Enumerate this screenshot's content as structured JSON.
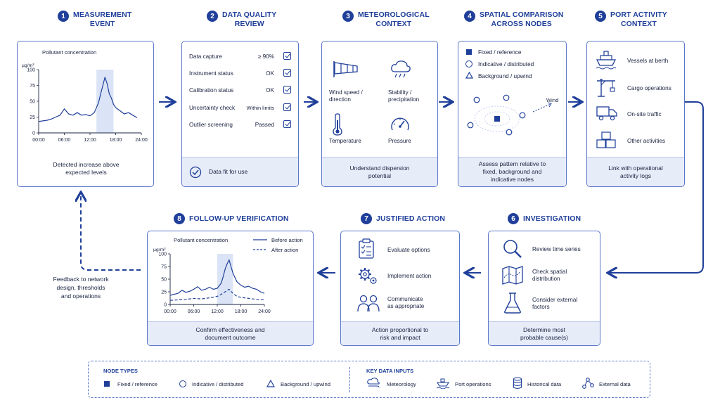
{
  "steps": {
    "s1": {
      "num": "1",
      "title_l1": "MEASUREMENT",
      "title_l2": "EVENT",
      "chart_title": "Pollutant concentration",
      "unit": "µg/m³",
      "footer_l1": "Detected increase above",
      "footer_l2": "expected levels"
    },
    "s2": {
      "num": "2",
      "title_l1": "DATA QUALITY",
      "title_l2": "REVIEW",
      "rows": [
        {
          "label": "Data capture",
          "value": "≥ 90%"
        },
        {
          "label": "Instrument status",
          "value": "OK"
        },
        {
          "label": "Calibration status",
          "value": "OK"
        },
        {
          "label": "Uncertainty check",
          "value": "Within limits"
        },
        {
          "label": "Outlier screening",
          "value": "Passed"
        }
      ],
      "footer": "Data fit for use"
    },
    "s3": {
      "num": "3",
      "title_l1": "METEOROLOGICAL",
      "title_l2": "CONTEXT",
      "items": [
        {
          "l1": "Wind speed /",
          "l2": "direction",
          "icon": "windsock-icon"
        },
        {
          "l1": "Stability /",
          "l2": "precipitation",
          "icon": "cloud-rain-icon"
        },
        {
          "l1": "Temperature",
          "l2": "",
          "icon": "thermometer-icon"
        },
        {
          "l1": "Pressure",
          "l2": "",
          "icon": "gauge-icon"
        }
      ],
      "footer_l1": "Understand dispersion",
      "footer_l2": "potential"
    },
    "s4": {
      "num": "4",
      "title_l1": "SPATIAL COMPARISON",
      "title_l2": "ACROSS NODES",
      "legend": [
        "Fixed / reference",
        "Indicative / distributed",
        "Background / upwind"
      ],
      "wind": "Wind",
      "footer_l1": "Assess pattern relative to",
      "footer_l2": "fixed, background and",
      "footer_l3": "indicative nodes"
    },
    "s5": {
      "num": "5",
      "title_l1": "PORT ACTIVITY",
      "title_l2": "CONTEXT",
      "items": [
        "Vessels at berth",
        "Cargo operations",
        "On-site traffic",
        "Other activities"
      ],
      "footer_l1": "Link with operational",
      "footer_l2": "activity logs"
    },
    "s6": {
      "num": "6",
      "title": "INVESTIGATION",
      "items": [
        {
          "l1": "Review time series",
          "l2": ""
        },
        {
          "l1": "Check spatial",
          "l2": "distribution"
        },
        {
          "l1": "Consider external",
          "l2": "factors"
        }
      ],
      "footer_l1": "Determine most",
      "footer_l2": "probable cause(s)"
    },
    "s7": {
      "num": "7",
      "title": "JUSTIFIED ACTION",
      "items": [
        {
          "l1": "Evaluate options",
          "l2": ""
        },
        {
          "l1": "Implement action",
          "l2": ""
        },
        {
          "l1": "Communicate",
          "l2": "as appropriate"
        }
      ],
      "footer_l1": "Action proportional to",
      "footer_l2": "risk and impact"
    },
    "s8": {
      "num": "8",
      "title": "FOLLOW-UP VERIFICATION",
      "chart_title": "Pollutant concentration",
      "unit": "µg/m³",
      "legend_before": "Before action",
      "legend_after": "After action",
      "footer_l1": "Confirm effectiveness and",
      "footer_l2": "document outcome"
    }
  },
  "feedback": {
    "l1": "Feedback to network",
    "l2": "design, thresholds",
    "l3": "and operations"
  },
  "legend": {
    "node_types_title": "NODE TYPES",
    "node_types": [
      "Fixed / reference",
      "Indicative / distributed",
      "Background / upwind"
    ],
    "inputs_title": "KEY DATA INPUTS",
    "inputs": [
      "Meteorology",
      "Port operations",
      "Historical data",
      "External data"
    ]
  },
  "colors": {
    "accent": "#1f3f9a",
    "border": "#5b77c9",
    "footer_bg": "#e6ecf8",
    "highlight": "#dbe4f6"
  },
  "chart_data": [
    {
      "type": "line",
      "title": "Pollutant concentration",
      "ylabel": "µg/m³",
      "x_ticks": [
        "00:00",
        "06:00",
        "12:00",
        "18:00",
        "24:00"
      ],
      "y_ticks": [
        0,
        25,
        50,
        75,
        100
      ],
      "ylim": [
        0,
        100
      ],
      "xlim_hours": [
        0,
        24
      ],
      "highlight_hours": [
        13.5,
        17.5
      ],
      "series": [
        {
          "name": "",
          "x": [
            0,
            1,
            2,
            3,
            4,
            5,
            6,
            7,
            8,
            9,
            10,
            11,
            12,
            13,
            14,
            14.5,
            15,
            15.5,
            16,
            16.5,
            17,
            17.5,
            18,
            19,
            20,
            21,
            22,
            23
          ],
          "y": [
            18,
            19,
            20,
            22,
            25,
            28,
            38,
            30,
            28,
            32,
            28,
            29,
            27,
            32,
            48,
            62,
            75,
            88,
            78,
            62,
            55,
            45,
            40,
            35,
            30,
            32,
            28,
            24
          ]
        }
      ]
    },
    {
      "type": "line",
      "title": "Pollutant concentration",
      "ylabel": "µg/m³",
      "x_ticks": [
        "00:00",
        "06:00",
        "12:00",
        "18:00",
        "24:00"
      ],
      "y_ticks": [
        0,
        25,
        50,
        75,
        100
      ],
      "ylim": [
        0,
        100
      ],
      "xlim_hours": [
        0,
        24
      ],
      "highlight_hours": [
        12,
        16
      ],
      "legend": "top-right",
      "series": [
        {
          "name": "Before action",
          "style": "solid",
          "x": [
            0,
            1,
            2,
            3,
            4,
            5,
            6,
            7,
            8,
            9,
            10,
            11,
            12,
            13,
            13.5,
            14,
            14.5,
            15,
            15.5,
            16,
            17,
            18,
            19,
            20,
            21,
            22,
            23,
            24
          ],
          "y": [
            18,
            20,
            22,
            28,
            24,
            26,
            30,
            35,
            28,
            30,
            34,
            30,
            32,
            42,
            55,
            70,
            80,
            88,
            75,
            62,
            45,
            38,
            34,
            36,
            32,
            30,
            25,
            22
          ]
        },
        {
          "name": "After action",
          "style": "dashed",
          "x": [
            0,
            2,
            4,
            6,
            8,
            10,
            12,
            13,
            14,
            15,
            16,
            17,
            18,
            20,
            22,
            24
          ],
          "y": [
            8,
            9,
            10,
            12,
            11,
            13,
            16,
            20,
            25,
            30,
            22,
            16,
            14,
            12,
            10,
            9
          ]
        }
      ]
    }
  ]
}
